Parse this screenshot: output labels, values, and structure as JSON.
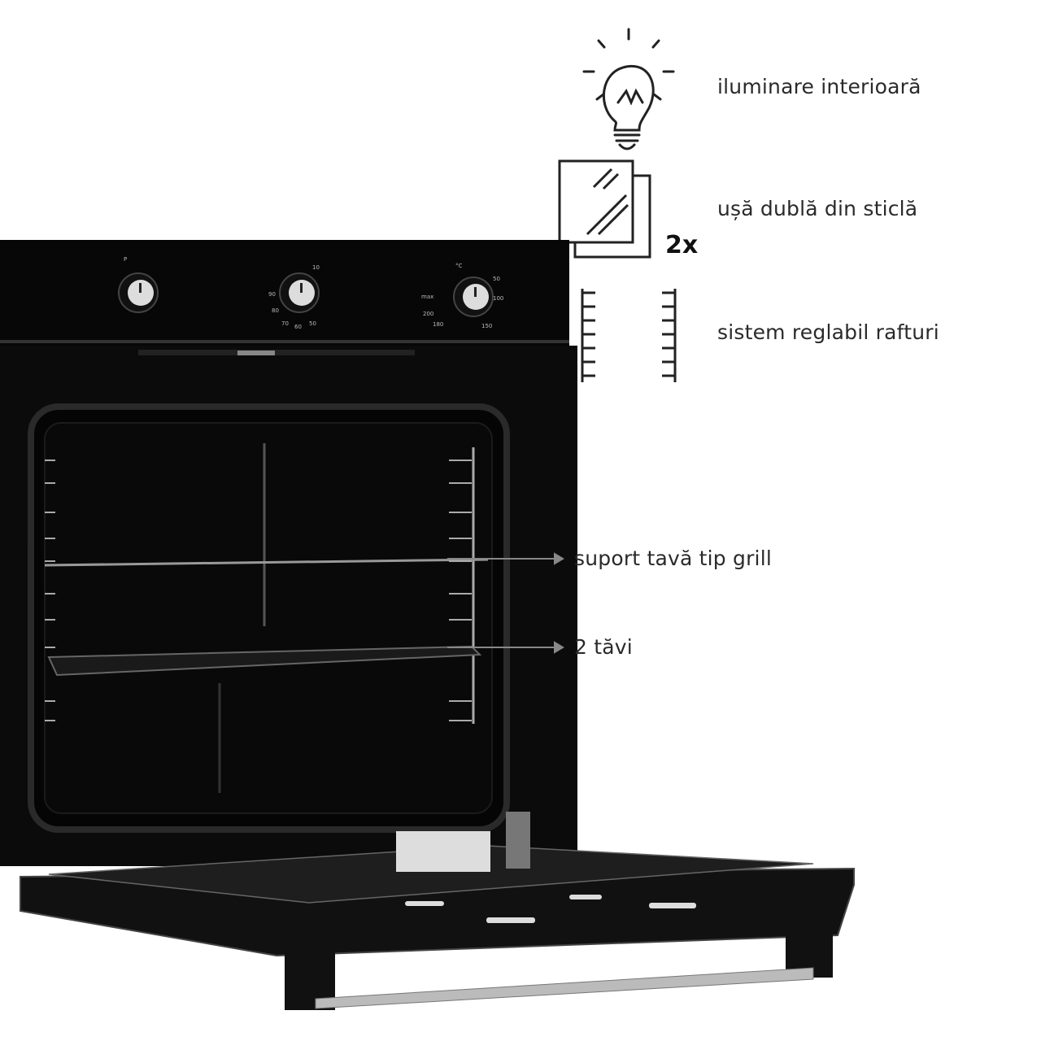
{
  "features": {
    "lighting": {
      "label": "iluminare interioară",
      "icon": "lightbulb-icon"
    },
    "door": {
      "label": "ușă dublă din sticlă",
      "icon": "double-glass-icon",
      "count": "2x"
    },
    "racks": {
      "label": "sistem reglabil rafturi",
      "icon": "rack-rails-icon"
    },
    "grill": {
      "label": "suport tavă tip grill"
    },
    "trays": {
      "label": "2 tăvi"
    }
  },
  "panel": {
    "mode_label": "P",
    "timer_ticks": [
      "10",
      "90",
      "80",
      "70",
      "60",
      "50"
    ],
    "temp_unit": "°C",
    "temp_ticks": [
      "50",
      "100",
      "150",
      "180",
      "200",
      "max"
    ]
  },
  "colors": {
    "oven": "#0b0b0b",
    "accent_text": "#2a2a2a",
    "arrow": "#888888"
  }
}
